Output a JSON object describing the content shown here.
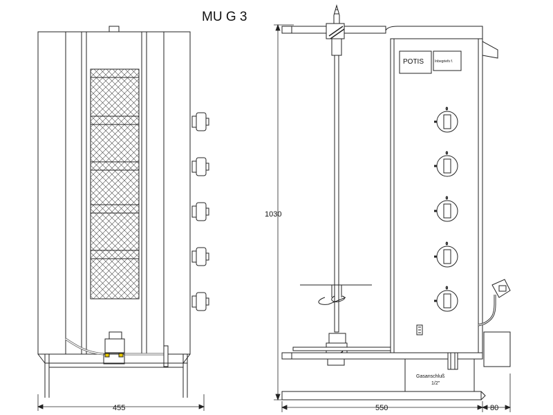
{
  "title": "MU G 3",
  "brand": {
    "logo_text": "POTIS",
    "plate_text": "Inbegriefs f."
  },
  "dimensions": {
    "height": "1030",
    "front_width": "455",
    "side_depth": "550",
    "connector_depth": "80"
  },
  "gas_label": {
    "line1": "Gasanschluß",
    "line2": "1/2\""
  },
  "knob_count": 5,
  "burner_segments": 5,
  "colors": {
    "line": "#222222",
    "mesh": "#444444",
    "accent": "#e8c800",
    "background": "#ffffff"
  }
}
